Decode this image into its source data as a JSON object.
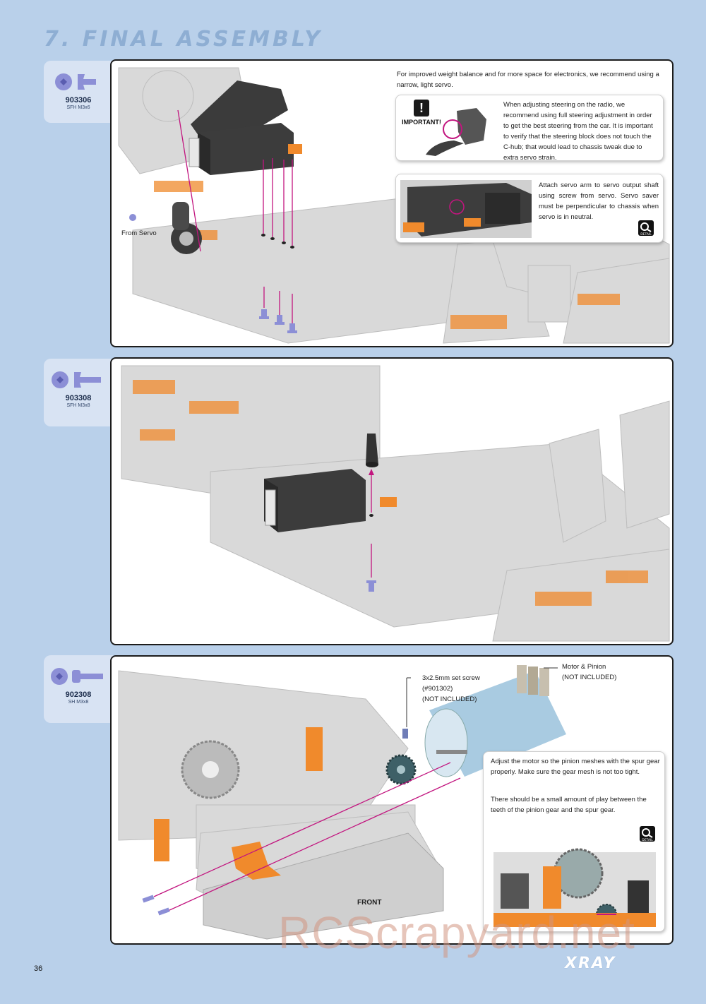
{
  "page": {
    "title": "7. FINAL ASSEMBLY",
    "page_number": "36",
    "brand": "XRAY",
    "watermark": "RCScrapyard.net"
  },
  "colors": {
    "background": "#b9d0ea",
    "tab": "#d8e3f3",
    "accent_orange": "#f08a2c",
    "arrow_magenta": "#c2157f",
    "screw_blue": "#8c8fd6"
  },
  "parts": [
    {
      "code": "903306",
      "desc": "SFH M3x6",
      "icon": "flat-head-screw-icon"
    },
    {
      "code": "903308",
      "desc": "SFH M3x8",
      "icon": "flat-head-screw-icon"
    },
    {
      "code": "902308",
      "desc": "SH M3x8",
      "icon": "socket-head-screw-icon"
    }
  ],
  "step1": {
    "intro": "For improved weight balance and for more space for electronics, we recommend using a narrow, light servo.",
    "important_label": "IMPORTANT!",
    "important_text": "When adjusting steering on the radio, we recommend using full steering adjustment in order to get the best steering from the car. It is important to verify that the steering block does not touch the C-hub; that would lead to chassis tweak due to extra servo strain.",
    "detail_text": "Attach servo arm to servo output shaft using screw from servo. Servo saver must be perpendicular to chassis when servo is in neutral.",
    "from_servo": "From Servo",
    "detail_icon": "detail-magnifier-icon",
    "detail_label": "DETAIL"
  },
  "step3": {
    "set_screw_line1": "3x2.5mm set screw",
    "set_screw_line2": "(#901302)",
    "set_screw_line3": "(NOT INCLUDED)",
    "motor_line1": "Motor & Pinion",
    "motor_line2": "(NOT INCLUDED)",
    "detail_text1": "Adjust the motor so the pinion meshes with the spur gear properly. Make sure the gear mesh is not too tight.",
    "detail_text2": "There should be a small amount of play between the teeth of the pinion gear and the spur gear.",
    "front_label": "FRONT",
    "detail_label": "DETAIL"
  }
}
